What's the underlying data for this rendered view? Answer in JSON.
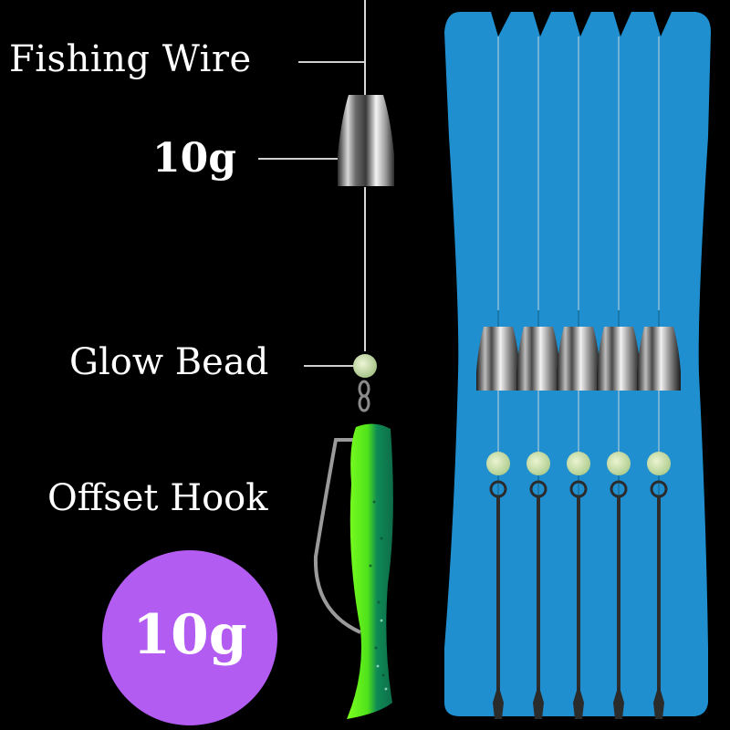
{
  "labels": {
    "fishing_wire": "Fishing Wire",
    "weight": "10g",
    "glow_bead": "Glow Bead",
    "offset_hook": "Offset Hook"
  },
  "badge": {
    "text": "10g",
    "color": "#b25cf2"
  },
  "colors": {
    "background": "#000000",
    "board": "#1f8fcf",
    "glow_bead": "#cfe3b0",
    "lure_green": "#6cff1a",
    "lure_teal": "#0c7a50"
  },
  "board": {
    "rig_count": 5
  }
}
